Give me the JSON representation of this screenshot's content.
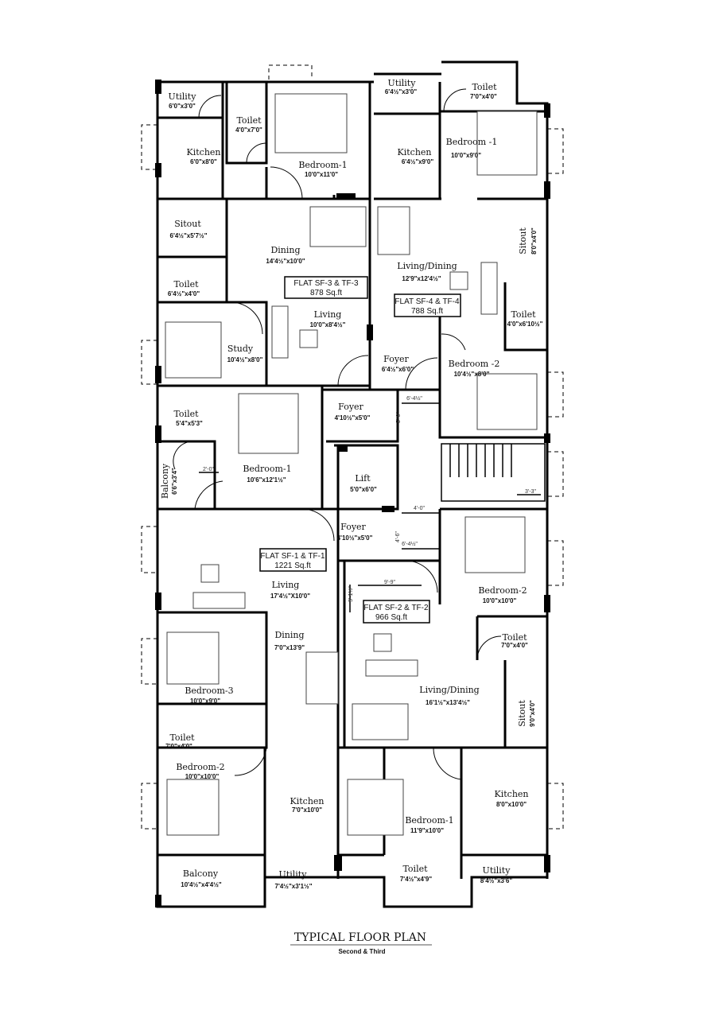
{
  "flat_sf3": {
    "label": "FLAT SF-3 & TF-3",
    "area": "878 Sq.ft",
    "rooms": [
      {
        "name": "Utility",
        "size": "6'0\"x3'0\""
      },
      {
        "name": "Toilet",
        "size": "4'0\"x7'0\""
      },
      {
        "name": "Kitchen",
        "size": "6'0\"x8'0\""
      },
      {
        "name": "Bedroom-1",
        "size": "10'0\"x11'0\""
      },
      {
        "name": "Sitout",
        "size": "6'4½\"x5'7½\""
      },
      {
        "name": "Dining",
        "size": "14'4½\"x10'0\""
      },
      {
        "name": "Toilet",
        "size": "6'4½\"x4'0\""
      },
      {
        "name": "Living",
        "size": "10'0\"x8'4½\""
      },
      {
        "name": "Study",
        "size": "10'4½\"x8'0\""
      }
    ]
  },
  "flat_sf4": {
    "label": "FLAT SF-4 & TF-4",
    "area": "788 Sq.ft",
    "rooms": [
      {
        "name": "Utility",
        "size": "6'4½\"x3'0\""
      },
      {
        "name": "Toilet",
        "size": "7'0\"x4'0\""
      },
      {
        "name": "Kitchen",
        "size": "6'4½\"x9'0\""
      },
      {
        "name": "Bedroom -1",
        "size": "10'0\"x9'0\""
      },
      {
        "name": "Living/Dining",
        "size": "12'9\"x12'4½\""
      },
      {
        "name": "Sitout",
        "size": "8'0\"x4'0\""
      },
      {
        "name": "Toilet",
        "size": "4'0\"x6'10½\""
      },
      {
        "name": "Foyer",
        "size": "6'4½\"x6'0\""
      },
      {
        "name": "Bedroom -2",
        "size": "10'4½\"x8'0\""
      }
    ]
  },
  "core": {
    "rooms": [
      {
        "name": "Foyer",
        "size": "4'10½\"x5'0\""
      },
      {
        "name": "Toilet",
        "size": "5'4\"x5'3\""
      },
      {
        "name": "Balcony",
        "size": "6'6\"x3'4\""
      },
      {
        "name": "Bedroom-1",
        "size": "10'6\"x12'1½\""
      },
      {
        "name": "Lift",
        "size": "5'0\"x6'0\""
      },
      {
        "name": "Foyer",
        "size": "4'10½\"x5'0\""
      }
    ],
    "dimensions": [
      "6'-4½\"",
      "5'-0\"",
      "2'-0\"",
      "4'-0\"",
      "4'-6\"",
      "6'-4½\"",
      "3'-3\"",
      "9'-9\"",
      "5'-1½\""
    ]
  },
  "flat_sf1": {
    "label": "FLAT SF-1 & TF-1",
    "area": "1221 Sq.ft",
    "rooms": [
      {
        "name": "Living",
        "size": "17'4½\"X10'0\""
      },
      {
        "name": "Dining",
        "size": "7'0\"x13'9\""
      },
      {
        "name": "Bedroom-3",
        "size": "10'0\"x9'0\""
      },
      {
        "name": "Toilet",
        "size": "7'0\"x4'0\""
      },
      {
        "name": "Bedroom-2",
        "size": "10'0\"x10'0\""
      },
      {
        "name": "Kitchen",
        "size": "7'0\"x10'0\""
      },
      {
        "name": "Balcony",
        "size": "10'4½\"x4'4½\""
      },
      {
        "name": "Utility",
        "size": "7'4½\"x3'1½\""
      }
    ]
  },
  "flat_sf2": {
    "label": "FLAT SF-2 & TF-2",
    "area": "966 Sq.ft",
    "rooms": [
      {
        "name": "Bedroom-2",
        "size": "10'0\"x10'0\""
      },
      {
        "name": "Toilet",
        "size": "7'0\"x4'0\""
      },
      {
        "name": "Living/Dining",
        "size": "16'1½\"x13'4½\""
      },
      {
        "name": "Sitout",
        "size": "9'0\"x4'0\""
      },
      {
        "name": "Bedroom-1",
        "size": "11'9\"x10'0\""
      },
      {
        "name": "Kitchen",
        "size": "8'0\"x10'0\""
      },
      {
        "name": "Toilet",
        "size": "7'4½\"x4'9\""
      },
      {
        "name": "Utility",
        "size": "8'4½\"x3'6\""
      }
    ]
  },
  "footer": {
    "title": "TYPICAL FLOOR PLAN",
    "subtitle": "Second & Third"
  }
}
